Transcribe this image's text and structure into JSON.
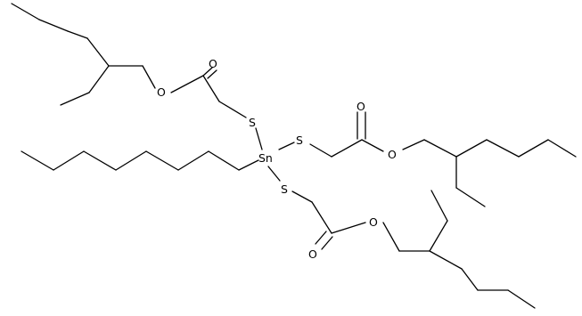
{
  "diagram_type": "skeletal chemical structure",
  "atoms": {
    "tin": "Sn",
    "sulfur": "S",
    "oxygen": "O"
  },
  "colors": {
    "bond": "#000000",
    "label": "#000000",
    "background": "#ffffff"
  }
}
